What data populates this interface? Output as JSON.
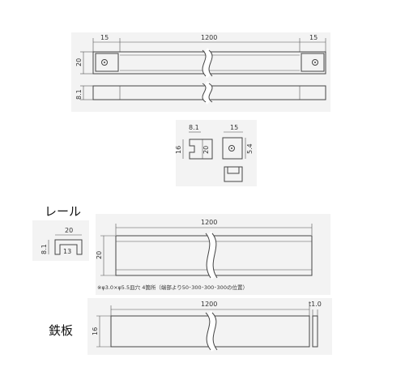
{
  "top_assembly": {
    "end_left": "15",
    "length": "1200",
    "end_right": "15",
    "height": "20",
    "thickness": "8.1"
  },
  "end_cap": {
    "width": "8.1",
    "outer_height": "16",
    "inner_height": "20",
    "plate_width": "15",
    "hole_offset": "5.4"
  },
  "rail": {
    "heading": "レール",
    "section_width": "20",
    "section_height": "8.1",
    "section_inner": "13",
    "length": "1200",
    "height": "20",
    "note": "※φ3.0×φ5.5皿穴 4箇所（端部より50･300･300･300の位置）"
  },
  "iron_plate": {
    "heading": "鉄板",
    "length": "1200",
    "height": "16",
    "thickness": "t1.0"
  }
}
